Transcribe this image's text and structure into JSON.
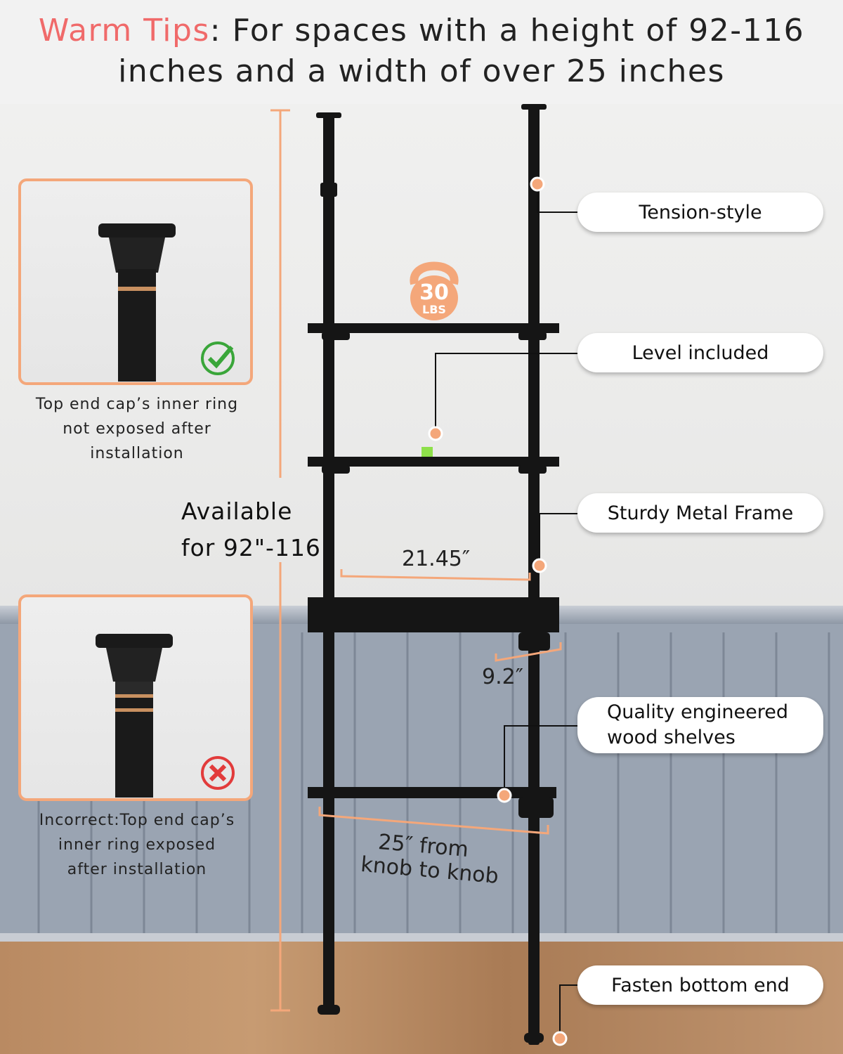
{
  "header": {
    "warm_label": "Warm Tips",
    "line1_rest": ": For spaces with a height of 92-116",
    "line2": "inches and a width of over 25 inches"
  },
  "callouts": {
    "tension": "Tension-style",
    "level": "Level included",
    "frame": "Sturdy Metal Frame",
    "wood_line1": "Quality engineered",
    "wood_line2": "wood shelves",
    "fasten": "Fasten bottom end"
  },
  "weight": {
    "value": "30",
    "unit": "LBS"
  },
  "dimensions": {
    "available_line1": "Available",
    "available_line2": "for 92\"-116\"",
    "width_top": "21.45″",
    "depth": "9.2″",
    "width_bottom_line1": "25″  from",
    "width_bottom_line2": "knob to knob"
  },
  "correct": {
    "line1": "Top end cap’s inner ring",
    "line2": "not exposed after",
    "line3": "installation"
  },
  "incorrect": {
    "line1": "Incorrect:Top end cap’s",
    "line2": "inner ring exposed",
    "line3": "after installation"
  },
  "colors": {
    "accent_orange": "#f4a77a",
    "warm_red": "#f06a6a",
    "check_green": "#3aa63a",
    "cross_red": "#e23b3b",
    "frame_black": "#151515"
  }
}
